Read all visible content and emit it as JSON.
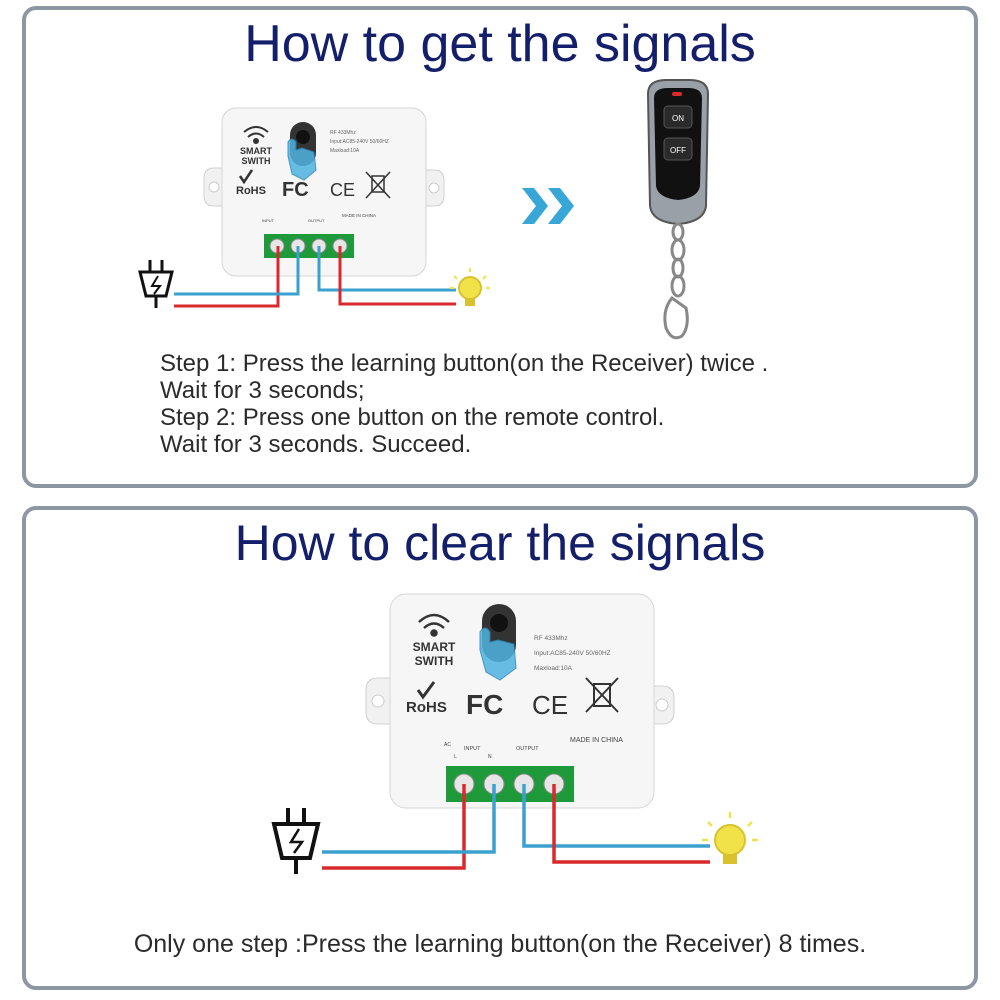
{
  "get_section": {
    "title": "How to get the signals",
    "steps": [
      "Step 1: Press the learning button(on the Receiver) twice .",
      "Wait for 3 seconds;",
      "Step 2: Press one button on the remote control.",
      "Wait for 3 seconds. Succeed."
    ]
  },
  "clear_section": {
    "title": "How to clear the signals",
    "step": "Only one step :Press the learning button(on the Receiver) 8 times."
  },
  "device": {
    "brand_line1": "SMART",
    "brand_line2": "SWITH",
    "rohs": "RoHS",
    "fc": "FC",
    "ce": "CE",
    "spec_rf": "RF 433Mhz",
    "spec_input": "Input:AC85-240V 50/60HZ",
    "spec_load": "Maxload:10A",
    "made_in": "MADE IN CHINA",
    "label_input": "INPUT",
    "label_output": "OUTPUT",
    "label_ac": "AC",
    "terminal_l": "L",
    "terminal_n": "N"
  },
  "remote": {
    "on_label": "ON",
    "off_label": "OFF"
  },
  "colors": {
    "title": "#141f6b",
    "border": "#8d96a3",
    "wire_red": "#d8292c",
    "wire_blue": "#3aa0cf",
    "terminal_green": "#1f9a3a",
    "arrow": "#38a7d8",
    "bulb": "#f2e24a"
  }
}
